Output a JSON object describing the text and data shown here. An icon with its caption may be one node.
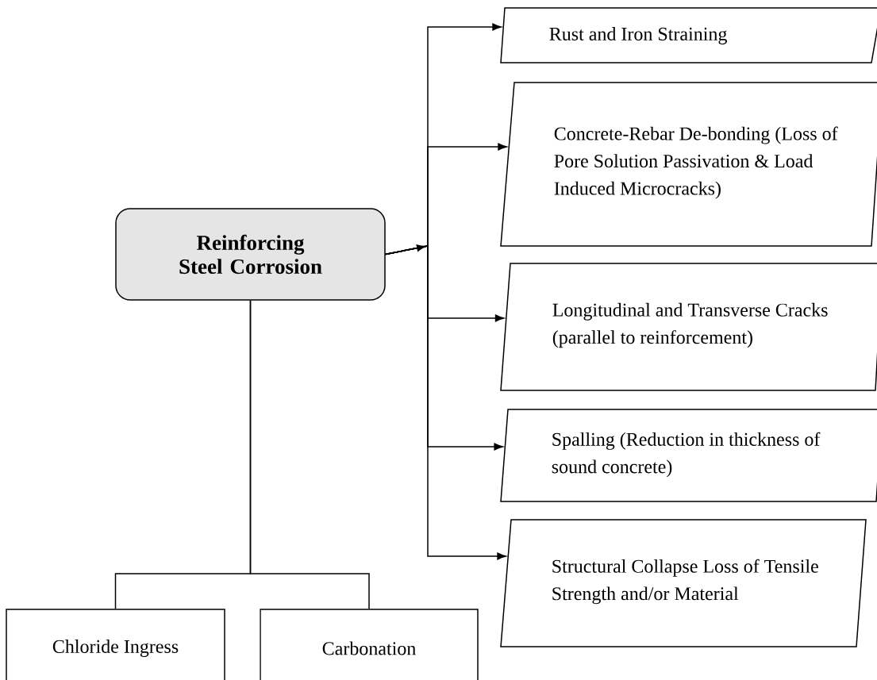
{
  "diagram": {
    "nodes": [
      {
        "text": [
          "Reinforcing Steel Corrosion"
        ]
      },
      {
        "text": [
          "Rust and Iron Straining"
        ]
      },
      {
        "text": [
          "Concrete-Rebar De-bonding (Loss of Pore Solution Passivation & Load Induced Microcracks)"
        ]
      },
      {
        "text": [
          "Longitudinal and Transverse Cracks (parallel to reinforcement)"
        ]
      },
      {
        "text": [
          "Spalling (Reduction in thickness of sound concrete)"
        ]
      },
      {
        "text": [
          "Structural Collapse Loss of Tensile Strength and/or Material"
        ]
      },
      {
        "text": [
          "Chloride Ingress"
        ]
      },
      {
        "text": [
          "Carbonation"
        ]
      }
    ],
    "edges": [
      {
        "from": 0,
        "to": 1,
        "arrow": "to"
      },
      {
        "from": 0,
        "to": 2,
        "arrow": "to"
      },
      {
        "from": 0,
        "to": 3,
        "arrow": "to"
      },
      {
        "from": 0,
        "to": 4,
        "arrow": "to"
      },
      {
        "from": 0,
        "to": 5,
        "arrow": "to"
      },
      {
        "from": 0,
        "to": 6,
        "arrow": "none"
      },
      {
        "from": 0,
        "to": 7,
        "arrow": "none"
      }
    ]
  }
}
